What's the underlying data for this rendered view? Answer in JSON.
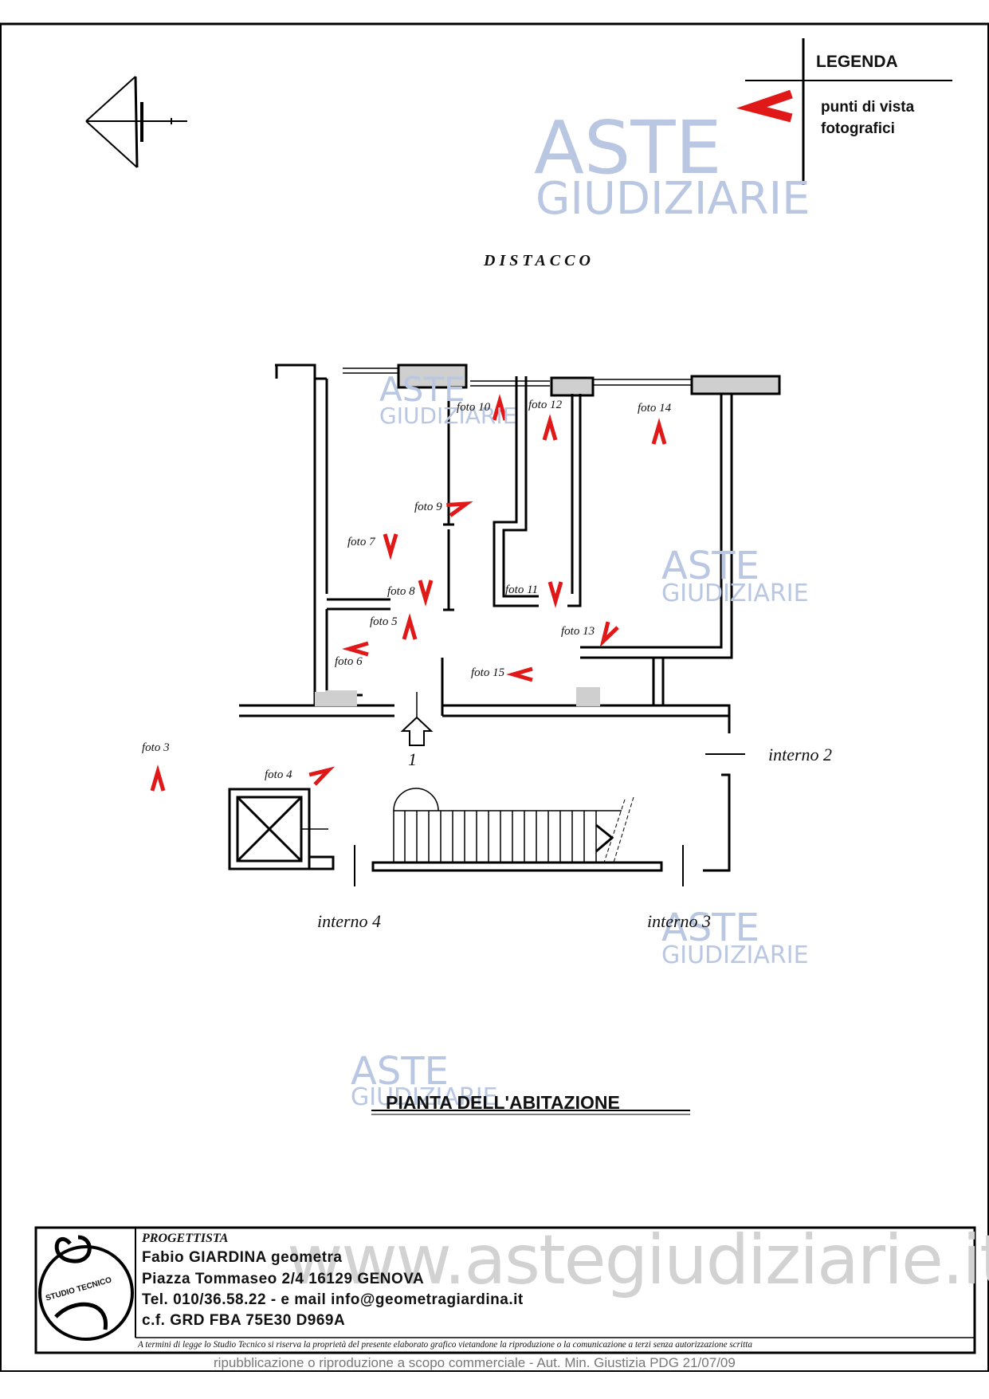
{
  "legend": {
    "title": "LEGENDA",
    "item_line1": "punti di vista",
    "item_line2": "fotografici",
    "marker_color": "#e01818"
  },
  "plan": {
    "top_label": "DISTACCO",
    "entrance_number": "1",
    "title": "PIANTA DELL'ABITAZIONE",
    "neighbours": [
      "interno 2",
      "interno 4",
      "interno 3"
    ]
  },
  "photo_points": [
    {
      "label": "foto 3"
    },
    {
      "label": "foto 4"
    },
    {
      "label": "foto 5"
    },
    {
      "label": "foto 6"
    },
    {
      "label": "foto 7"
    },
    {
      "label": "foto 8"
    },
    {
      "label": "foto 9"
    },
    {
      "label": "foto 10"
    },
    {
      "label": "foto 11"
    },
    {
      "label": "foto 12"
    },
    {
      "label": "foto 13"
    },
    {
      "label": "foto 14"
    },
    {
      "label": "foto 15"
    }
  ],
  "watermark": {
    "line1": "ASTE",
    "line2": "GIUDIZIARIE",
    "url": "www.astegiudiziarie.it",
    "footer": "ripubblicazione o riproduzione a scopo commerciale - Aut. Min. Giustizia PDG 21/07/09"
  },
  "title_block": {
    "logo_text": "STUDIO TECNICO",
    "role": "PROGETTISTA",
    "name": "Fabio GIARDINA geometra",
    "address": "Piazza Tommaseo 2/4  16129  GENOVA",
    "contact": "Tel. 010/36.58.22 - e mail info@geometragiardina.it",
    "tax_code": "c.f. GRD FBA 75E30 D969A",
    "disclaimer": "A termini di legge lo Studio Tecnico si riserva la proprietà del presente elaborato grafico vietandone la riproduzione o la comunicazione a terzi senza autorizzazione scritta"
  }
}
